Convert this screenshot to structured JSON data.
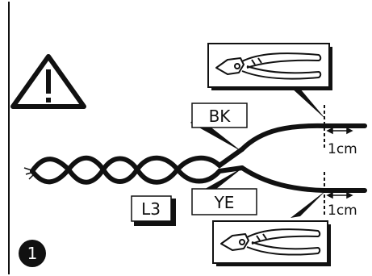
{
  "labels": {
    "wire_black": "BK",
    "wire_yellow": "YE",
    "cable_id": "L3",
    "strip_length_top": "1cm",
    "strip_length_bottom": "1cm",
    "step_number": "1"
  },
  "icons": {
    "warning": "warning-triangle-icon",
    "tool": "wire-cutter-icon"
  },
  "colors": {
    "line": "#111111",
    "panel_shadow": "#222222",
    "background": "#ffffff"
  }
}
